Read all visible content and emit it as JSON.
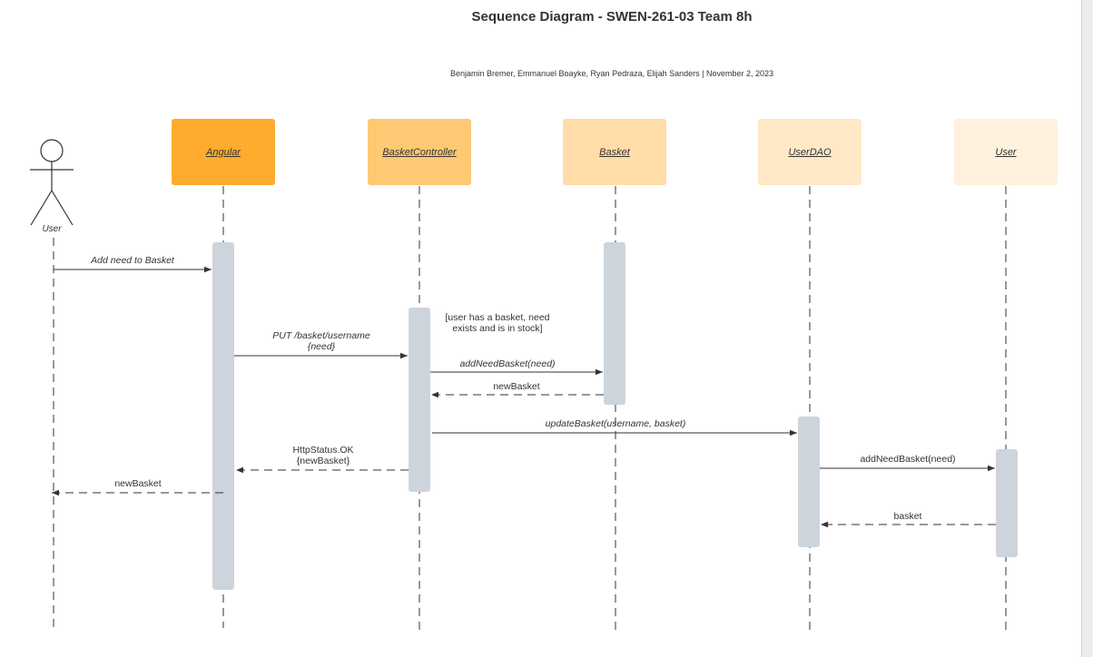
{
  "diagram": {
    "title": "Sequence Diagram - SWEN-261-03 Team 8h",
    "subtitle": "Benjamin Bremer, Emmanuel Boayke, Ryan Pedraza, Elijah Sanders  |  November 2, 2023",
    "actor": {
      "name": "User"
    },
    "participants": [
      {
        "name": "Angular",
        "color": "#ffab2e"
      },
      {
        "name": "BasketController",
        "color": "#ffc973"
      },
      {
        "name": "Basket",
        "color": "#ffdca8"
      },
      {
        "name": "UserDAO",
        "color": "#ffe8c6"
      },
      {
        "name": "User",
        "color": "#fff1dd"
      }
    ],
    "messages": [
      {
        "label": "Add need to Basket",
        "from": "User",
        "to": "Angular",
        "kind": "call"
      },
      {
        "label": "PUT /basket/username\n{need}",
        "from": "Angular",
        "to": "BasketController",
        "kind": "call"
      },
      {
        "label": "addNeedBasket(need)",
        "from": "BasketController",
        "to": "Basket",
        "kind": "call"
      },
      {
        "label": "newBasket",
        "from": "Basket",
        "to": "BasketController",
        "kind": "return"
      },
      {
        "label": "updateBasket(username, basket)",
        "from": "BasketController",
        "to": "UserDAO",
        "kind": "call"
      },
      {
        "label": "HttpStatus.OK\n{newBasket}",
        "from": "BasketController",
        "to": "Angular",
        "kind": "return"
      },
      {
        "label": "newBasket",
        "from": "Angular",
        "to": "User",
        "kind": "return"
      },
      {
        "label": "addNeedBasket(need)",
        "from": "UserDAO",
        "to": "User",
        "kind": "call"
      },
      {
        "label": "basket",
        "from": "User",
        "to": "UserDAO",
        "kind": "return"
      }
    ],
    "guard": "[user has a basket, need\nexists and is in stock]"
  },
  "colors": {
    "activation": "#cdd4dc",
    "line": "#333333"
  }
}
